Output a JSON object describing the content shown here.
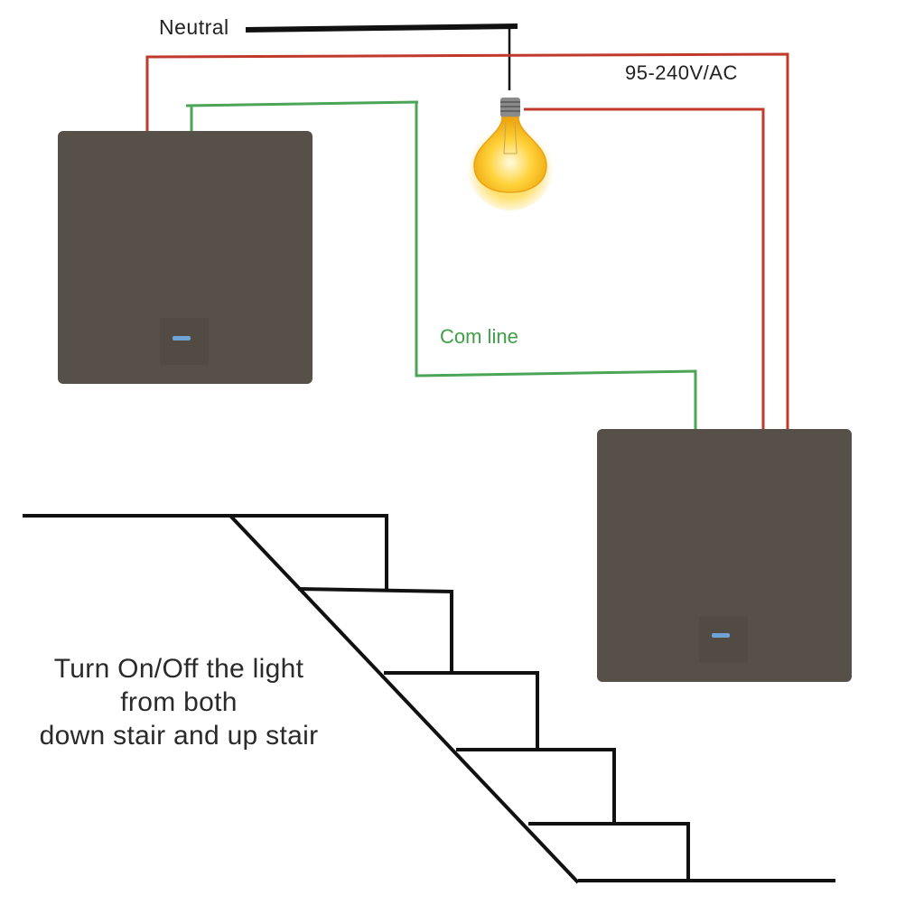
{
  "labels": {
    "neutral": "Neutral",
    "voltage": "95-240V/AC",
    "com_line": "Com line"
  },
  "caption": [
    "Turn On/Off the light",
    "from both",
    "down stair and up stair"
  ],
  "colors": {
    "live_wire": "#c0392b",
    "com_wire": "#4aa556",
    "neutral_wire": "#111111",
    "switch_panel": "#575049",
    "indicator": "#6fa3d6"
  }
}
